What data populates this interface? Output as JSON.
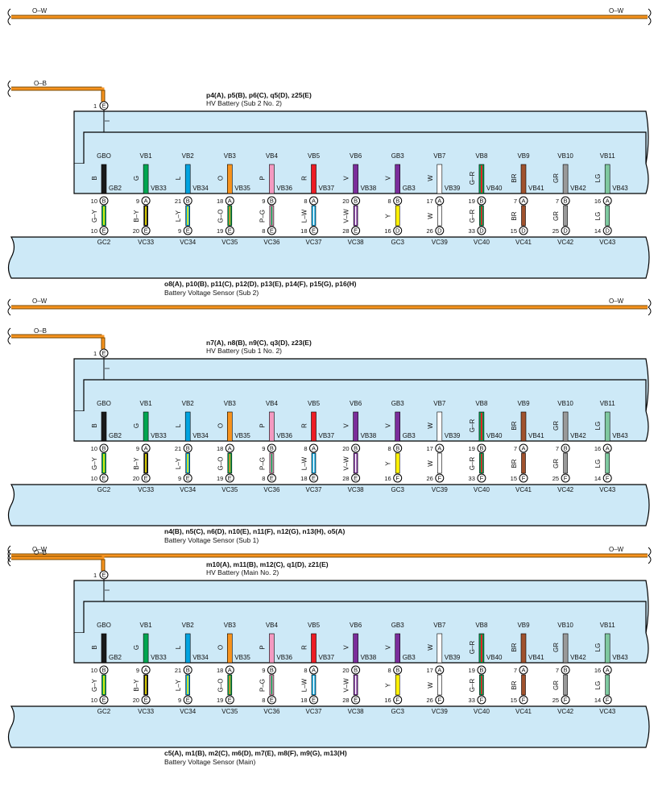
{
  "wire_colors": {
    "B": "#1a1a1a",
    "G": "#00a651",
    "L": "#00a3e0",
    "O": "#f7931e",
    "P": "#f49ac1",
    "R": "#ed1c24",
    "V": "#7b2d9b",
    "Y": "#fff200",
    "W": "#ffffff",
    "BR": "#a0522d",
    "GR": "#9a9a9a",
    "LG": "#7fc9a0",
    "OW": "#f7931e",
    "fill": "#cde9f7",
    "stroke": "#000000"
  },
  "sections": [
    {
      "top_wire": {
        "left": "O–W",
        "right": "O–W"
      },
      "feed_wire": "O–B",
      "top_pin": {
        "num": "1",
        "letter": "E"
      },
      "hv_connectors": "p4(A), p5(B), p6(C), q5(D), z25(E)",
      "hv_name": "HV Battery (Sub 2 No.  2)",
      "ground_mark": "I",
      "sensor_connectors": "o8(A), p10(B), p11(C), p12(D), p13(E), p14(F), p15(G), p16(H)",
      "sensor_name": "Battery Voltage Sensor (Sub 2)",
      "columns": [
        {
          "top": "GBO",
          "inner": "B",
          "inner_right": "GB2",
          "pin_num": "10",
          "pin_letter": "B",
          "wire": "G–Y",
          "bot_num": "10",
          "bot_letter": "E",
          "bottom": "GC2"
        },
        {
          "top": "VB1",
          "inner": "G",
          "inner_right": "VB33",
          "pin_num": "9",
          "pin_letter": "A",
          "wire": "B–Y",
          "bot_num": "20",
          "bot_letter": "E",
          "bottom": "VC33"
        },
        {
          "top": "VB2",
          "inner": "L",
          "inner_right": "VB34",
          "pin_num": "21",
          "pin_letter": "B",
          "wire": "L–Y",
          "bot_num": "9",
          "bot_letter": "E",
          "bottom": "VC34"
        },
        {
          "top": "VB3",
          "inner": "O",
          "inner_right": "VB35",
          "pin_num": "18",
          "pin_letter": "A",
          "wire": "G–O",
          "bot_num": "19",
          "bot_letter": "E",
          "bottom": "VC35"
        },
        {
          "top": "VB4",
          "inner": "P",
          "inner_right": "VB36",
          "pin_num": "9",
          "pin_letter": "B",
          "wire": "P–G",
          "bot_num": "8",
          "bot_letter": "E",
          "bottom": "VC36"
        },
        {
          "top": "VB5",
          "inner": "R",
          "inner_right": "VB37",
          "pin_num": "8",
          "pin_letter": "A",
          "wire": "L–W",
          "bot_num": "18",
          "bot_letter": "E",
          "bottom": "VC37"
        },
        {
          "top": "VB6",
          "inner": "V",
          "inner_right": "VB38",
          "pin_num": "20",
          "pin_letter": "B",
          "wire": "V–W",
          "bot_num": "28",
          "bot_letter": "E",
          "bottom": "VC38"
        },
        {
          "top": "GB3",
          "inner": "V",
          "inner_right": "GB3",
          "pin_num": "8",
          "pin_letter": "B",
          "wire": "Y",
          "bot_num": "16",
          "bot_letter": "D",
          "bottom": "GC3"
        },
        {
          "top": "VB7",
          "inner": "W",
          "inner_right": "VB39",
          "pin_num": "17",
          "pin_letter": "A",
          "wire": "W",
          "bot_num": "26",
          "bot_letter": "D",
          "bottom": "VC39"
        },
        {
          "top": "VB8",
          "inner": "G–R",
          "inner_right": "VB40",
          "pin_num": "19",
          "pin_letter": "B",
          "wire": "G–R",
          "bot_num": "33",
          "bot_letter": "D",
          "bottom": "VC40"
        },
        {
          "top": "VB9",
          "inner": "BR",
          "inner_right": "VB41",
          "pin_num": "7",
          "pin_letter": "A",
          "wire": "BR",
          "bot_num": "15",
          "bot_letter": "D",
          "bottom": "VC41"
        },
        {
          "top": "VB10",
          "inner": "GR",
          "inner_right": "VB42",
          "pin_num": "7",
          "pin_letter": "B",
          "wire": "GR",
          "bot_num": "25",
          "bot_letter": "D",
          "bottom": "VC42"
        },
        {
          "top": "VB11",
          "inner": "LG",
          "inner_right": "VB43",
          "pin_num": "16",
          "pin_letter": "A",
          "wire": "LG",
          "bot_num": "14",
          "bot_letter": "D",
          "bottom": "VC43"
        }
      ]
    },
    {
      "top_wire": {
        "left": "O–W",
        "right": "O–W"
      },
      "feed_wire": "O–B",
      "top_pin": {
        "num": "1",
        "letter": "E"
      },
      "hv_connectors": "n7(A), n8(B), n9(C), q3(D), z23(E)",
      "hv_name": "HV Battery (Sub 1 No.  2)",
      "ground_mark": "I",
      "sensor_connectors": "n4(B), n5(C), n6(D), n10(E), n11(F), n12(G), n13(H), o5(A)",
      "sensor_name": "Battery Voltage Sensor (Sub 1)",
      "columns": [
        {
          "top": "GBO",
          "inner": "B",
          "inner_right": "GB2",
          "pin_num": "10",
          "pin_letter": "B",
          "wire": "G–Y",
          "bot_num": "10",
          "bot_letter": "E",
          "bottom": "GC2"
        },
        {
          "top": "VB1",
          "inner": "G",
          "inner_right": "VB33",
          "pin_num": "9",
          "pin_letter": "A",
          "wire": "B–Y",
          "bot_num": "20",
          "bot_letter": "E",
          "bottom": "VC33"
        },
        {
          "top": "VB2",
          "inner": "L",
          "inner_right": "VB34",
          "pin_num": "21",
          "pin_letter": "B",
          "wire": "L–Y",
          "bot_num": "9",
          "bot_letter": "E",
          "bottom": "VC34"
        },
        {
          "top": "VB3",
          "inner": "O",
          "inner_right": "VB35",
          "pin_num": "18",
          "pin_letter": "A",
          "wire": "G–O",
          "bot_num": "19",
          "bot_letter": "E",
          "bottom": "VC35"
        },
        {
          "top": "VB4",
          "inner": "P",
          "inner_right": "VB36",
          "pin_num": "9",
          "pin_letter": "B",
          "wire": "P–G",
          "bot_num": "8",
          "bot_letter": "E",
          "bottom": "VC36"
        },
        {
          "top": "VB5",
          "inner": "R",
          "inner_right": "VB37",
          "pin_num": "8",
          "pin_letter": "A",
          "wire": "L–W",
          "bot_num": "18",
          "bot_letter": "E",
          "bottom": "VC37"
        },
        {
          "top": "VB6",
          "inner": "V",
          "inner_right": "VB38",
          "pin_num": "20",
          "pin_letter": "B",
          "wire": "V–W",
          "bot_num": "28",
          "bot_letter": "E",
          "bottom": "VC38"
        },
        {
          "top": "GB3",
          "inner": "V",
          "inner_right": "GB3",
          "pin_num": "8",
          "pin_letter": "B",
          "wire": "Y",
          "bot_num": "16",
          "bot_letter": "F",
          "bottom": "GC3"
        },
        {
          "top": "VB7",
          "inner": "W",
          "inner_right": "VB39",
          "pin_num": "17",
          "pin_letter": "A",
          "wire": "W",
          "bot_num": "26",
          "bot_letter": "F",
          "bottom": "VC39"
        },
        {
          "top": "VB8",
          "inner": "G–R",
          "inner_right": "VB40",
          "pin_num": "19",
          "pin_letter": "B",
          "wire": "G–R",
          "bot_num": "33",
          "bot_letter": "F",
          "bottom": "VC40"
        },
        {
          "top": "VB9",
          "inner": "BR",
          "inner_right": "VB41",
          "pin_num": "7",
          "pin_letter": "A",
          "wire": "BR",
          "bot_num": "15",
          "bot_letter": "F",
          "bottom": "VC41"
        },
        {
          "top": "VB10",
          "inner": "GR",
          "inner_right": "VB42",
          "pin_num": "7",
          "pin_letter": "B",
          "wire": "GR",
          "bot_num": "25",
          "bot_letter": "F",
          "bottom": "VC42"
        },
        {
          "top": "VB11",
          "inner": "LG",
          "inner_right": "VB43",
          "pin_num": "16",
          "pin_letter": "A",
          "wire": "LG",
          "bot_num": "14",
          "bot_letter": "F",
          "bottom": "VC43"
        }
      ]
    },
    {
      "top_wire": {
        "left": "O–W",
        "right": "O–W"
      },
      "feed_wire": "O–B",
      "top_pin": {
        "num": "1",
        "letter": "E"
      },
      "hv_connectors": "m10(A), m11(B), m12(C), q1(D), z21(E)",
      "hv_name": "HV Battery (Main No.  2)",
      "ground_mark": "I",
      "sensor_connectors": "c5(A), m1(B), m2(C), m6(D), m7(E), m8(F), m9(G), m13(H)",
      "sensor_name": "Battery Voltage Sensor (Main)",
      "columns": [
        {
          "top": "GBO",
          "inner": "B",
          "inner_right": "GB2",
          "pin_num": "10",
          "pin_letter": "B",
          "wire": "G–Y",
          "bot_num": "10",
          "bot_letter": "E",
          "bottom": "GC2"
        },
        {
          "top": "VB1",
          "inner": "G",
          "inner_right": "VB33",
          "pin_num": "9",
          "pin_letter": "A",
          "wire": "B–Y",
          "bot_num": "20",
          "bot_letter": "E",
          "bottom": "VC33"
        },
        {
          "top": "VB2",
          "inner": "L",
          "inner_right": "VB34",
          "pin_num": "21",
          "pin_letter": "B",
          "wire": "L–Y",
          "bot_num": "9",
          "bot_letter": "E",
          "bottom": "VC34"
        },
        {
          "top": "VB3",
          "inner": "O",
          "inner_right": "VB35",
          "pin_num": "18",
          "pin_letter": "A",
          "wire": "G–O",
          "bot_num": "19",
          "bot_letter": "E",
          "bottom": "VC35"
        },
        {
          "top": "VB4",
          "inner": "P",
          "inner_right": "VB36",
          "pin_num": "9",
          "pin_letter": "B",
          "wire": "P–G",
          "bot_num": "8",
          "bot_letter": "E",
          "bottom": "VC36"
        },
        {
          "top": "VB5",
          "inner": "R",
          "inner_right": "VB37",
          "pin_num": "8",
          "pin_letter": "A",
          "wire": "L–W",
          "bot_num": "18",
          "bot_letter": "E",
          "bottom": "VC37"
        },
        {
          "top": "VB6",
          "inner": "V",
          "inner_right": "VB38",
          "pin_num": "20",
          "pin_letter": "B",
          "wire": "V–W",
          "bot_num": "28",
          "bot_letter": "E",
          "bottom": "VC38"
        },
        {
          "top": "GB3",
          "inner": "V",
          "inner_right": "GB3",
          "pin_num": "8",
          "pin_letter": "B",
          "wire": "Y",
          "bot_num": "16",
          "bot_letter": "F",
          "bottom": "GC3"
        },
        {
          "top": "VB7",
          "inner": "W",
          "inner_right": "VB39",
          "pin_num": "17",
          "pin_letter": "A",
          "wire": "W",
          "bot_num": "26",
          "bot_letter": "F",
          "bottom": "VC39"
        },
        {
          "top": "VB8",
          "inner": "G–R",
          "inner_right": "VB40",
          "pin_num": "19",
          "pin_letter": "B",
          "wire": "G–R",
          "bot_num": "33",
          "bot_letter": "F",
          "bottom": "VC40"
        },
        {
          "top": "VB9",
          "inner": "BR",
          "inner_right": "VB41",
          "pin_num": "7",
          "pin_letter": "A",
          "wire": "BR",
          "bot_num": "15",
          "bot_letter": "F",
          "bottom": "VC41"
        },
        {
          "top": "VB10",
          "inner": "GR",
          "inner_right": "VB42",
          "pin_num": "7",
          "pin_letter": "B",
          "wire": "GR",
          "bot_num": "25",
          "bot_letter": "F",
          "bottom": "VC42"
        },
        {
          "top": "VB11",
          "inner": "LG",
          "inner_right": "VB43",
          "pin_num": "16",
          "pin_letter": "A",
          "wire": "LG",
          "bot_num": "14",
          "bot_letter": "F",
          "bottom": "VC43"
        }
      ]
    }
  ]
}
